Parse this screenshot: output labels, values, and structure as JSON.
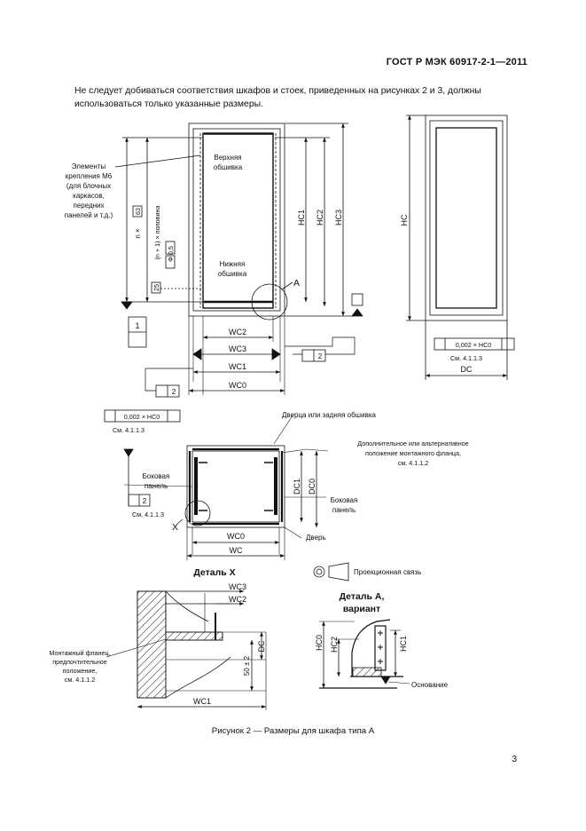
{
  "header": {
    "standard": "ГОСТ Р МЭК 60917-2-1—2011"
  },
  "intro_text": "Не следует добиваться соответствия шкафов и стоек, приведенных на рисунках 2 и 3, должны использоваться только указанные размеры.",
  "labels": {
    "elements_1": "Элементы",
    "elements_2": "крепления М6",
    "elements_3": "(для блочных",
    "elements_4": "каркасов,",
    "elements_5": "передних",
    "elements_6": "панелей и т.д.)",
    "upper_1": "Верхняя",
    "upper_2": "обшивка",
    "lower_1": "Нижняя",
    "lower_2": "обшивка",
    "letter_a": "A",
    "n_times": "n ×",
    "n1_pitch": "(n + 1) × половина",
    "box_63": "63",
    "box_phi_05": "Φ 0,5",
    "box_25": "25",
    "num_1": "1",
    "hc1": "HC1",
    "hc2": "HC2",
    "hc3": "HC3",
    "hc": "HC",
    "wc2": "WC2",
    "wc3": "WC3",
    "wc1": "WC1",
    "wc0": "WC0",
    "wc": "WC",
    "par_2": "2",
    "eq_2": "2",
    "perp_tol_1": "0,002 × HC0",
    "perp_tol_2": "0,002 × HC0",
    "see_4113_a": "См. 4.1.1.3",
    "see_4113_b": "См. 4.1.1.3",
    "see_4113_c": "См. 4.1.1.3",
    "dc": "DC",
    "dc1": "DC1",
    "dc0": "DC0",
    "door_or_rear": "Дверца или задняя обшивка",
    "alt_flange_1": "Дополнительное или альтернативное",
    "alt_flange_2": "положение монтажного фланца,",
    "alt_flange_3": "см. 4.1.1.2",
    "side_panel_1": "Боковая",
    "side_panel_2": "панель",
    "side_panel_r1": "Боковая",
    "side_panel_r2": "панель",
    "door": "Дверь",
    "x_mark": "X",
    "detail_x": "Деталь X",
    "detail_a_1": "Деталь А,",
    "detail_a_2": "вариант",
    "projection": "Проекционная связь",
    "mount_1": "Монтажный фланец,",
    "mount_2": "предпочтительное",
    "mount_3": "положение,",
    "mount_4": "см. 4.1.1.2",
    "dim_50": "50 ± 2",
    "base": "Основание"
  },
  "caption": "Рисунок 2 — Размеры для шкафа типа А",
  "page_number": "3"
}
